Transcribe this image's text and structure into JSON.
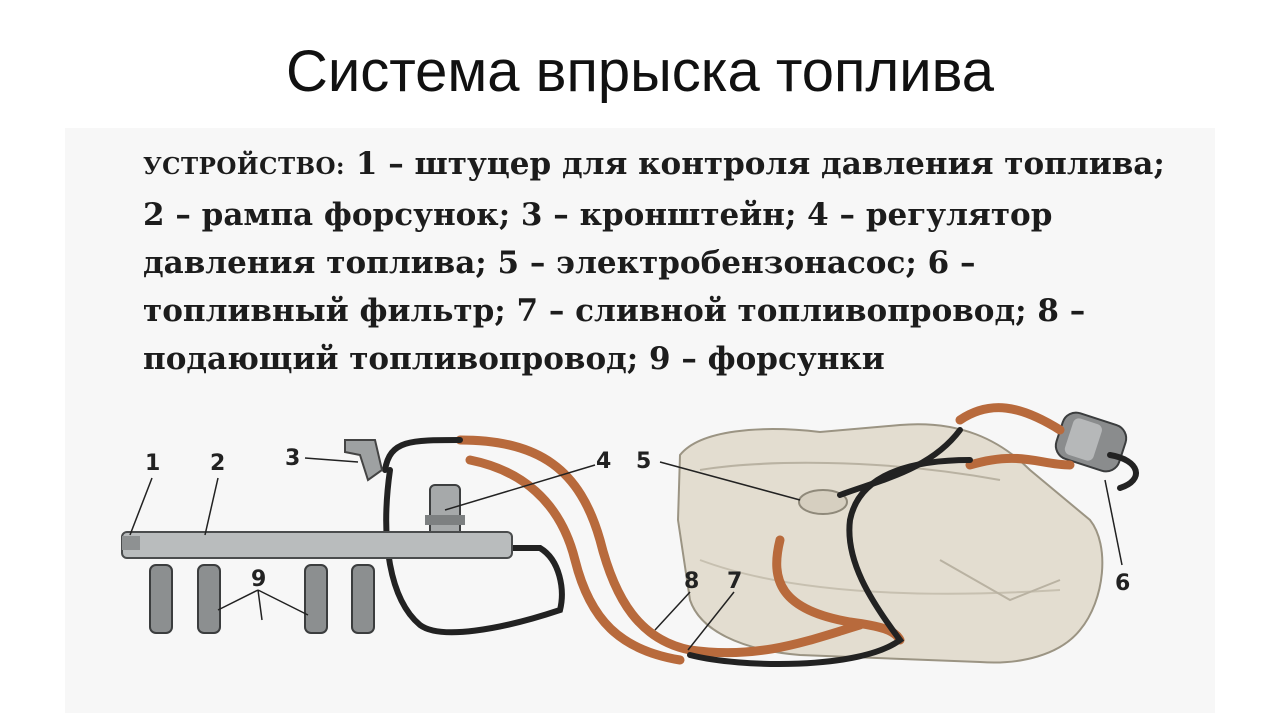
{
  "title": "Система впрыска топлива",
  "caption": {
    "heading": "УСТРОЙСТВО:",
    "text": " 1 – штуцер для контроля давления топлива; 2 – рампа форсунок; 3 – кронштейн; 4 – регулятор давления топлива; 5 – электробензонасос; 6 – топливный фильтр; 7 – сливной топливопровод; 8 – подающий топливопровод; 9 – форсунки"
  },
  "callouts": {
    "c1": "1",
    "c2": "2",
    "c3": "3",
    "c4": "4",
    "c5": "5",
    "c6": "6",
    "c7": "7",
    "c8": "8",
    "c9": "9"
  },
  "colors": {
    "copper_hose": "#b86a3c",
    "black_hose": "#222222",
    "tank": "#e3ddd0",
    "rail": "#b9bcbd"
  }
}
